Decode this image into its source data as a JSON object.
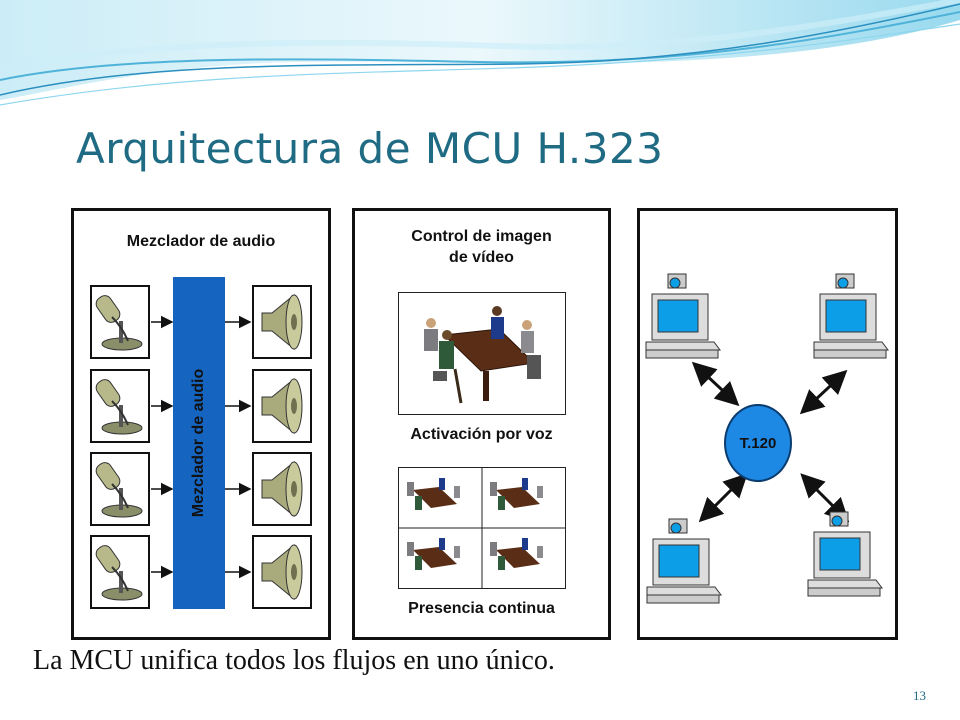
{
  "slide": {
    "title": "Arquitectura de MCU H.323",
    "footer": "La MCU unifica todos los flujos en uno único.",
    "page_number": "13"
  },
  "panel_audio": {
    "heading": "Mezclador de audio",
    "mixer_label": "Mezclador de audio",
    "microphones": 4,
    "speakers": 4,
    "icons": [
      "microphone-icon",
      "speaker-icon",
      "arrow-right-icon"
    ]
  },
  "panel_video": {
    "heading_line1": "Control de imagen",
    "heading_line2": "de vídeo",
    "mode1": "Activación por voz",
    "mode2": "Presencia continua",
    "icons": [
      "meeting-scene-icon"
    ]
  },
  "panel_data": {
    "center_label": "T.120",
    "computers": 4,
    "icons": [
      "computer-icon",
      "double-arrow-icon"
    ]
  },
  "colors": {
    "title": "#1f6b84",
    "mixer": "#1565c0",
    "t120": "#1e88e5",
    "monitor_screen": "#0d9ee8"
  }
}
